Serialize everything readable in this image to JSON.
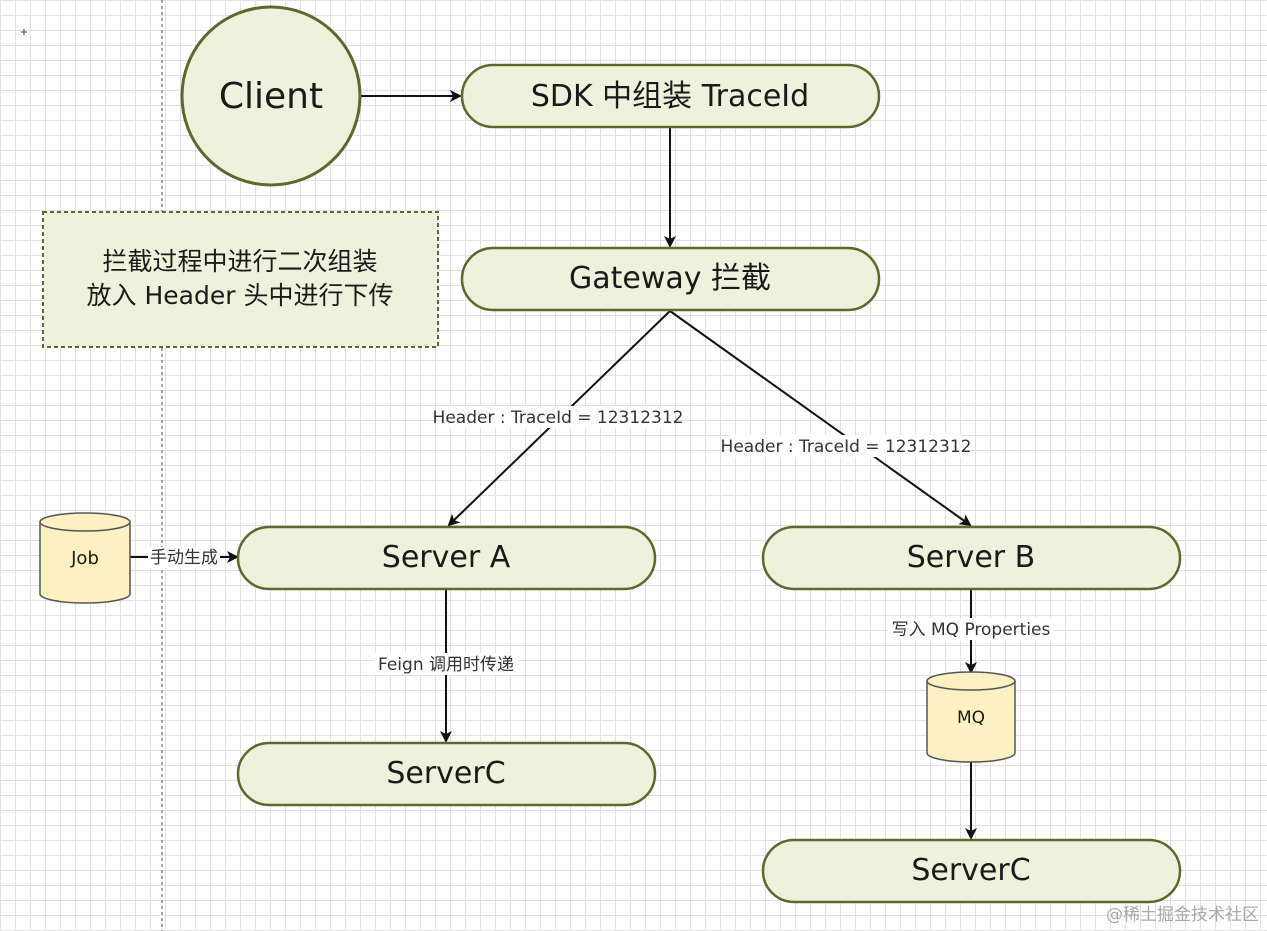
{
  "colors": {
    "node_fill": "#eef2dc",
    "node_stroke": "#586a2e",
    "db_fill": "#fdf1c3",
    "db_stroke": "#555555",
    "note_border": "#586a2e",
    "edge": "#111111"
  },
  "nodes": {
    "client": "Client",
    "sdk": "SDK 中组装 TraceId",
    "gateway": "Gateway 拦截",
    "server_a": "Server A",
    "server_b": "Server B",
    "server_c_left": "ServerC",
    "server_c_right": "ServerC",
    "job": "Job",
    "mq": "MQ"
  },
  "note": {
    "line1": "拦截过程中进行二次组装",
    "line2": "放入 Header 头中进行下传"
  },
  "edges": {
    "gateway_to_a": "Header : TraceId = 12312312",
    "gateway_to_b": "Header : TraceId = 12312312",
    "job_to_a": "手动生成",
    "a_to_c": "Feign 调用时传递",
    "b_to_mq": "写入 MQ Properties"
  },
  "watermark": "@稀土掘金技术社区"
}
